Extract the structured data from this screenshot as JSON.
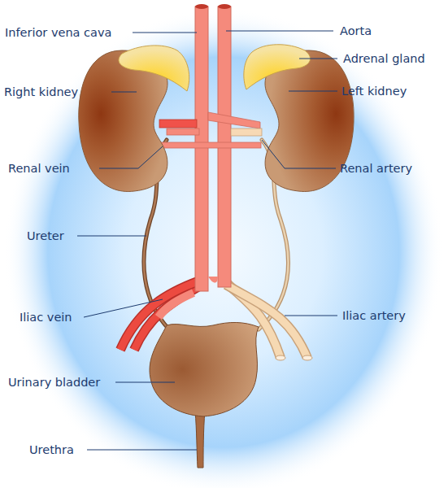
{
  "diagram": {
    "labels": [
      "Inferior vena cava",
      "Aorta",
      "Adrenal gland",
      "Right kidney",
      "Left kidney",
      "Renal vein",
      "Renal artery",
      "Ureter",
      "Iliac vein",
      "Iliac artery",
      "Urinary bladder",
      "Urethra"
    ]
  }
}
